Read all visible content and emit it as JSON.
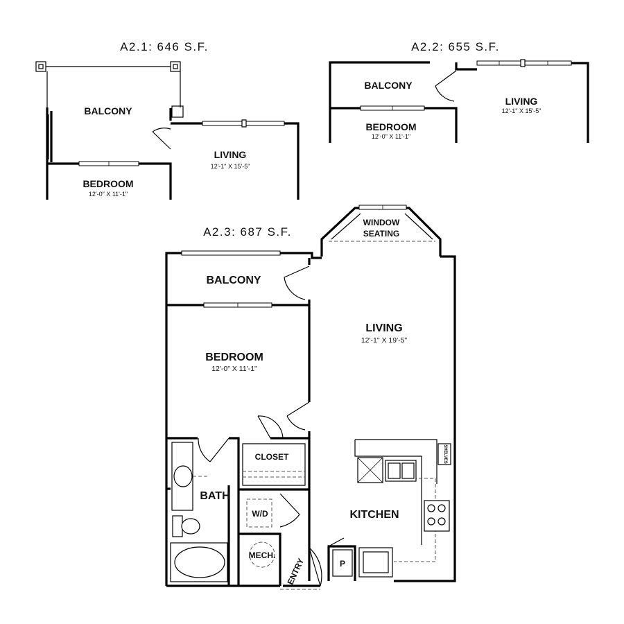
{
  "plans": {
    "a21": {
      "title": "A2.1: 646 S.F.",
      "balcony": "BALCONY",
      "living": "LIVING",
      "living_dim": "12'-1\" X 15'-5\"",
      "bedroom": "BEDROOM",
      "bedroom_dim": "12'-0\" X 11'-1\""
    },
    "a22": {
      "title": "A2.2: 655 S.F.",
      "balcony": "BALCONY",
      "living": "LIVING",
      "living_dim": "12'-1\" X 15'-5\"",
      "bedroom": "BEDROOM",
      "bedroom_dim": "12'-0\" X 11'-1\""
    },
    "a23": {
      "title": "A2.3: 687 S.F.",
      "window_seating_1": "WINDOW",
      "window_seating_2": "SEATING",
      "balcony": "BALCONY",
      "living": "LIVING",
      "living_dim": "12'-1\" X 19'-5\"",
      "bedroom": "BEDROOM",
      "bedroom_dim": "12'-0\" X 11'-1\"",
      "closet": "CLOSET",
      "bath": "BATH",
      "wd": "W/D",
      "kitchen": "KITCHEN",
      "mech": "MECH.",
      "entry": "ENTRY",
      "pantry": "P",
      "shelves": "SHELVES"
    }
  }
}
